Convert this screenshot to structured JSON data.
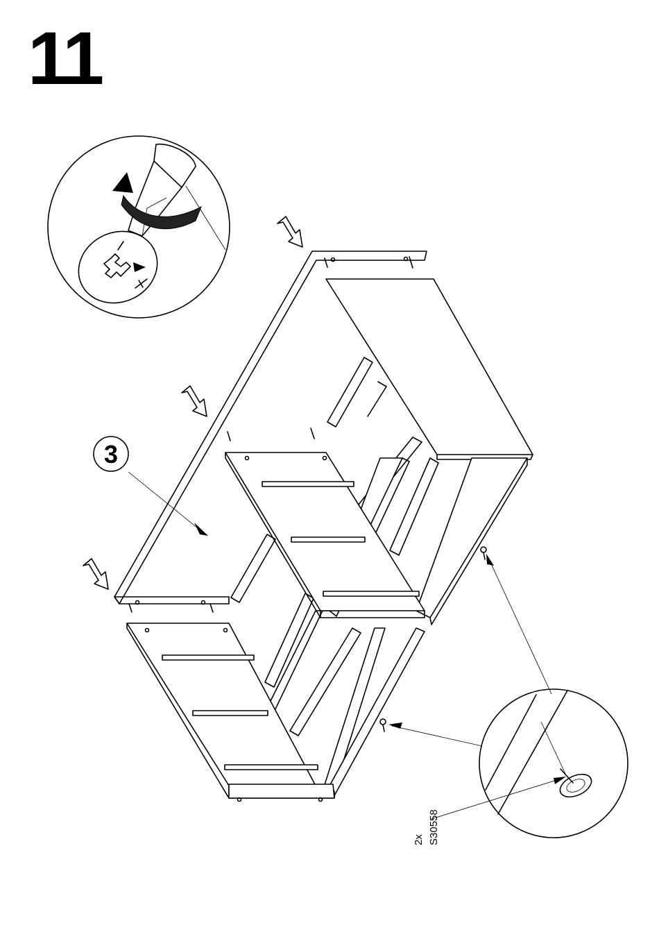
{
  "step": {
    "number": "11"
  },
  "callout": {
    "part_number": "3"
  },
  "hardware": {
    "quantity": "2x",
    "part_code": "S30558"
  },
  "icons": {
    "screwdriver_detail": "screwdriver-rotate-icon",
    "detail_zoom": "glide-foot-detail-icon",
    "push_arrow": "push-down-arrow-icon"
  },
  "colors": {
    "line": "#000000",
    "background": "#ffffff"
  }
}
